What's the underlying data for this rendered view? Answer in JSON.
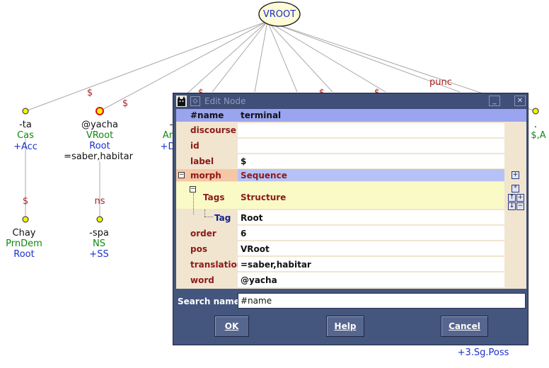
{
  "tree": {
    "root": "VROOT",
    "edge_labels": [
      "$",
      "$",
      "$",
      "$",
      "$",
      "punc",
      "$",
      "ns"
    ],
    "nodes": [
      {
        "lines": [
          "-ta",
          "Cas",
          "+Acc"
        ]
      },
      {
        "lines": [
          "@yacha",
          "VRoot",
          "Root",
          "=saber,habitar"
        ]
      },
      {
        "lines": [
          "Chay",
          "PrnDem",
          "Root"
        ]
      },
      {
        "lines": [
          "-spa",
          "NS",
          "+SS"
        ]
      }
    ],
    "partial": [
      "-",
      "Ar",
      "+D",
      ".",
      "$,A"
    ],
    "bottom_text": "+3.Sg.Poss"
  },
  "dialog": {
    "title": "Edit Node",
    "header": {
      "name": "#name",
      "value": "terminal"
    },
    "attributes": [
      {
        "name": "discourse",
        "value": ""
      },
      {
        "name": "id",
        "value": ""
      },
      {
        "name": "label",
        "value": "$"
      },
      {
        "name": "morph",
        "value": "Sequence"
      },
      {
        "name": "Tags",
        "value": "Structure"
      },
      {
        "name": "Tag",
        "value": "Root"
      },
      {
        "name": "order",
        "value": "6"
      },
      {
        "name": "pos",
        "value": "VRoot"
      },
      {
        "name": "translation",
        "value": "=saber,habitar"
      },
      {
        "name": "word",
        "value": "@yacha"
      }
    ],
    "search_label": "Search name:",
    "search_value": "#name",
    "buttons": {
      "ok": "OK",
      "help": "Help",
      "cancel": "Cancel"
    }
  }
}
